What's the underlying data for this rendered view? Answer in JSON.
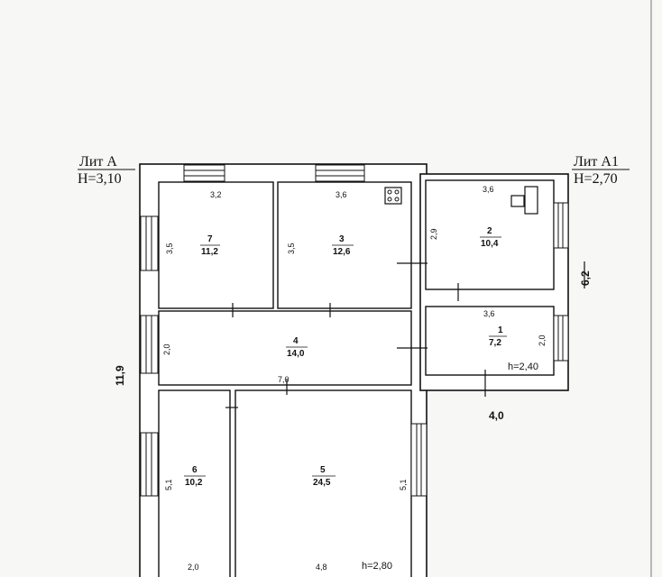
{
  "labels": {
    "lit_a": "Лит А",
    "h_a": "Н=3,10",
    "lit_a1": "Лит А1",
    "h_a1": "Н=2,70",
    "overall_height": "11,9",
    "overall_width_a1": "4,0",
    "height_a1": "6,2",
    "h_room1": "h=2,40",
    "h_room5": "h=2,80"
  },
  "rooms": [
    {
      "number": "7",
      "area": "11,2",
      "dim_top": "3,2",
      "dim_side": "3,5"
    },
    {
      "number": "3",
      "area": "12,6",
      "dim_top": "3,6",
      "dim_side": "3,5"
    },
    {
      "number": "2",
      "area": "10,4",
      "dim_top": "3,6",
      "dim_side": "2,9"
    },
    {
      "number": "4",
      "area": "14,0",
      "dim_top": "7,0",
      "dim_side": "2,0"
    },
    {
      "number": "1",
      "area": "7,2",
      "dim_top": "3,6",
      "dim_side": "2,0"
    },
    {
      "number": "6",
      "area": "10,2",
      "dim_top": "2,0",
      "dim_side": "5,1"
    },
    {
      "number": "5",
      "area": "24,5",
      "dim_top": "4,8",
      "dim_side": "5,1"
    }
  ]
}
